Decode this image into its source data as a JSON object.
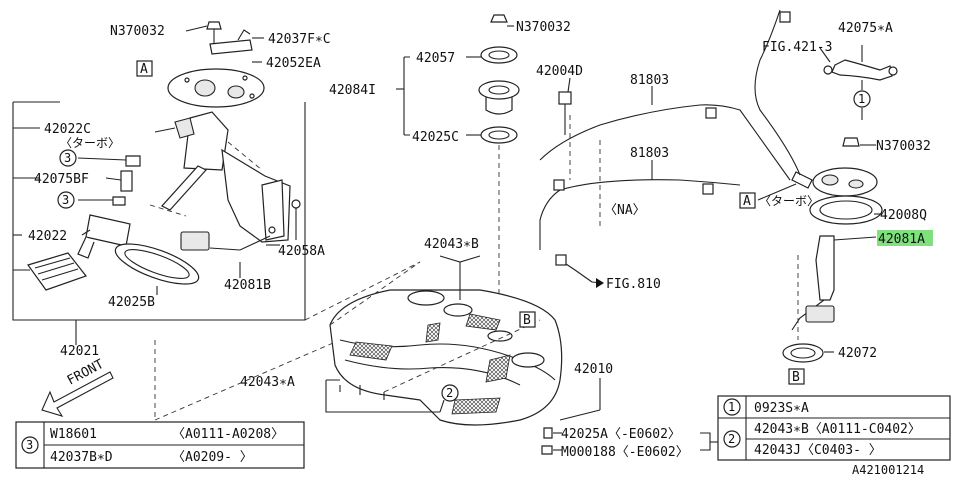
{
  "diagram": {
    "part_labels": {
      "n370032_top": "N370032",
      "p42037f": "42037F∗C",
      "p42052ea": "42052EA",
      "p42057": "42057",
      "n370032_mid": "N370032",
      "p42084i": "42084I",
      "p42025c": "42025C",
      "p42022c": "42022C",
      "p42022c_sub": "〈ターボ〉",
      "p42075bf": "42075BF",
      "p42022": "42022",
      "p42058a": "42058A",
      "p42081b": "42081B",
      "p42025b": "42025B",
      "p42021": "42021",
      "p42004d": "42004D",
      "p81803_a": "81803",
      "p81803_b": "81803",
      "na": "〈NA〉",
      "fig810": "FIG.810",
      "fig4213": "FIG.421-3",
      "p42075a": "42075∗A",
      "n370032_right": "N370032",
      "turbo_right": "〈ターボ〉",
      "p42008q": "42008Q",
      "p42081a": "42081A",
      "p42072": "42072",
      "p42043b": "42043∗B",
      "p42043a": "42043∗A",
      "p42010": "42010",
      "p42025a": "42025A〈-E0602〉",
      "m000188": "M000188〈-E0602〉",
      "front": "FRONT",
      "diagram_id": "A421001214"
    },
    "markers": {
      "box_a": "A",
      "box_b": "B",
      "circle_1": "1",
      "circle_2": "2",
      "circle_3": "3"
    },
    "legend_left": {
      "ref": "3",
      "rows": [
        {
          "part": "W18601",
          "range": "〈A0111-A0208〉"
        },
        {
          "part": "42037B∗D",
          "range": "〈A0209-      〉"
        }
      ]
    },
    "legend_right": {
      "rows": [
        {
          "ref": "1",
          "text": "0923S∗A"
        },
        {
          "ref": "2",
          "text": "42043∗B〈A0111-C0402〉"
        },
        {
          "ref": "",
          "text": "42043J〈C0403-      〉"
        }
      ]
    },
    "colors": {
      "highlight": "#7ee17e",
      "line": "#222222"
    }
  }
}
